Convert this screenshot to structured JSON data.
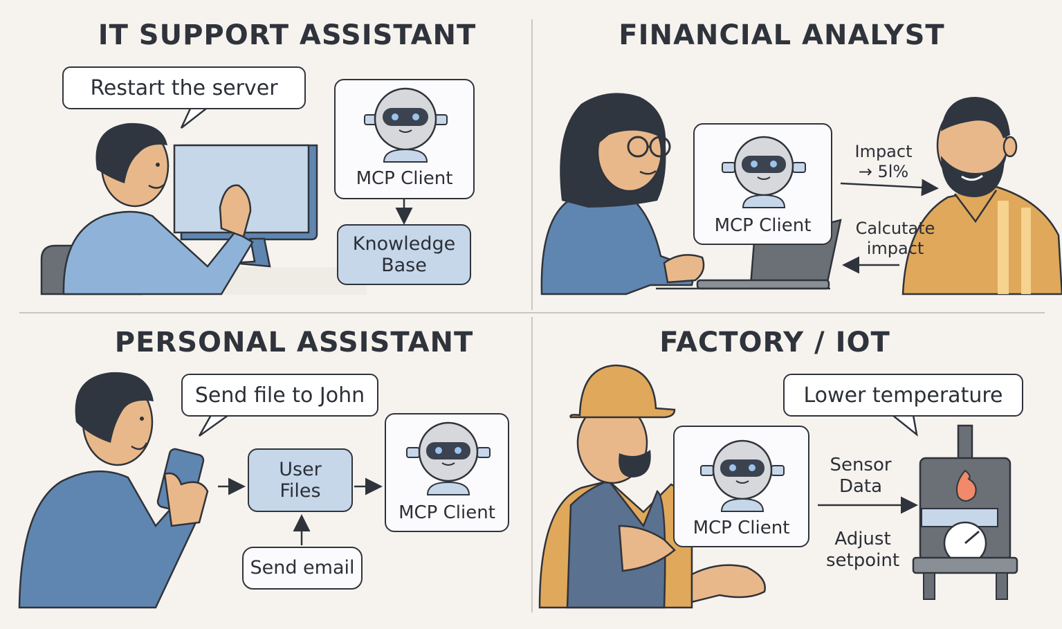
{
  "panels": {
    "it_support": {
      "title": "IT SUPPORT ASSISTANT",
      "speech": "Restart the server",
      "client": "MCP Client",
      "knowledge_base": "Knowledge\nBase"
    },
    "financial": {
      "title": "FINANCIAL ANALYST",
      "client": "MCP Client",
      "impact": "Impact\n→ 5l%",
      "calculate": "Calcutate\nimpact"
    },
    "personal": {
      "title": "PERSONAL ASSISTANT",
      "speech": "Send file to John",
      "user_files": "User\nFiles",
      "send_email": "Send email",
      "client": "MCP Client"
    },
    "factory": {
      "title": "FACTORY / IOT",
      "speech": "Lower temperature",
      "client": "MCP Client",
      "sensor": "Sensor\nData",
      "adjust": "Adjust\nsetpoint"
    }
  },
  "colors": {
    "background": "#f6f3ee",
    "outline": "#2f333b",
    "box_blue": "#c6d7ea",
    "shirt_blue": "#5f86b0",
    "skin": "#e9b88a",
    "hair": "#2f3640",
    "orange": "#e0a85a"
  }
}
